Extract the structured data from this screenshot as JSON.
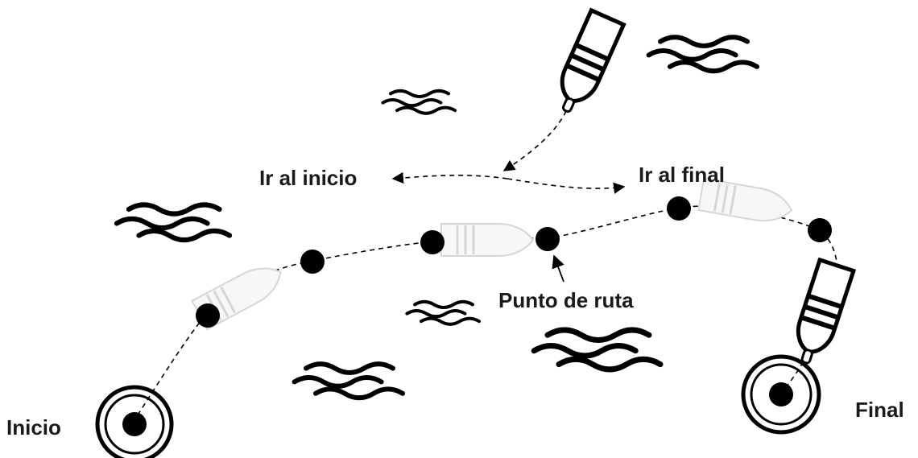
{
  "labels": {
    "start": "Inicio",
    "end": "Final",
    "go_to_start": "Ir al inicio",
    "go_to_end": "Ir al  final",
    "waypoint": "Punto de ruta"
  },
  "colors": {
    "ink": "#000000",
    "ghost_fill": "#f7f7f7",
    "ghost_stroke": "#d6d6d6",
    "background": "#ffffff"
  },
  "icons": [
    "boat-icon",
    "waypoint-marker",
    "start-target-icon",
    "end-target-icon",
    "wave-icon",
    "arrow-icon"
  ]
}
